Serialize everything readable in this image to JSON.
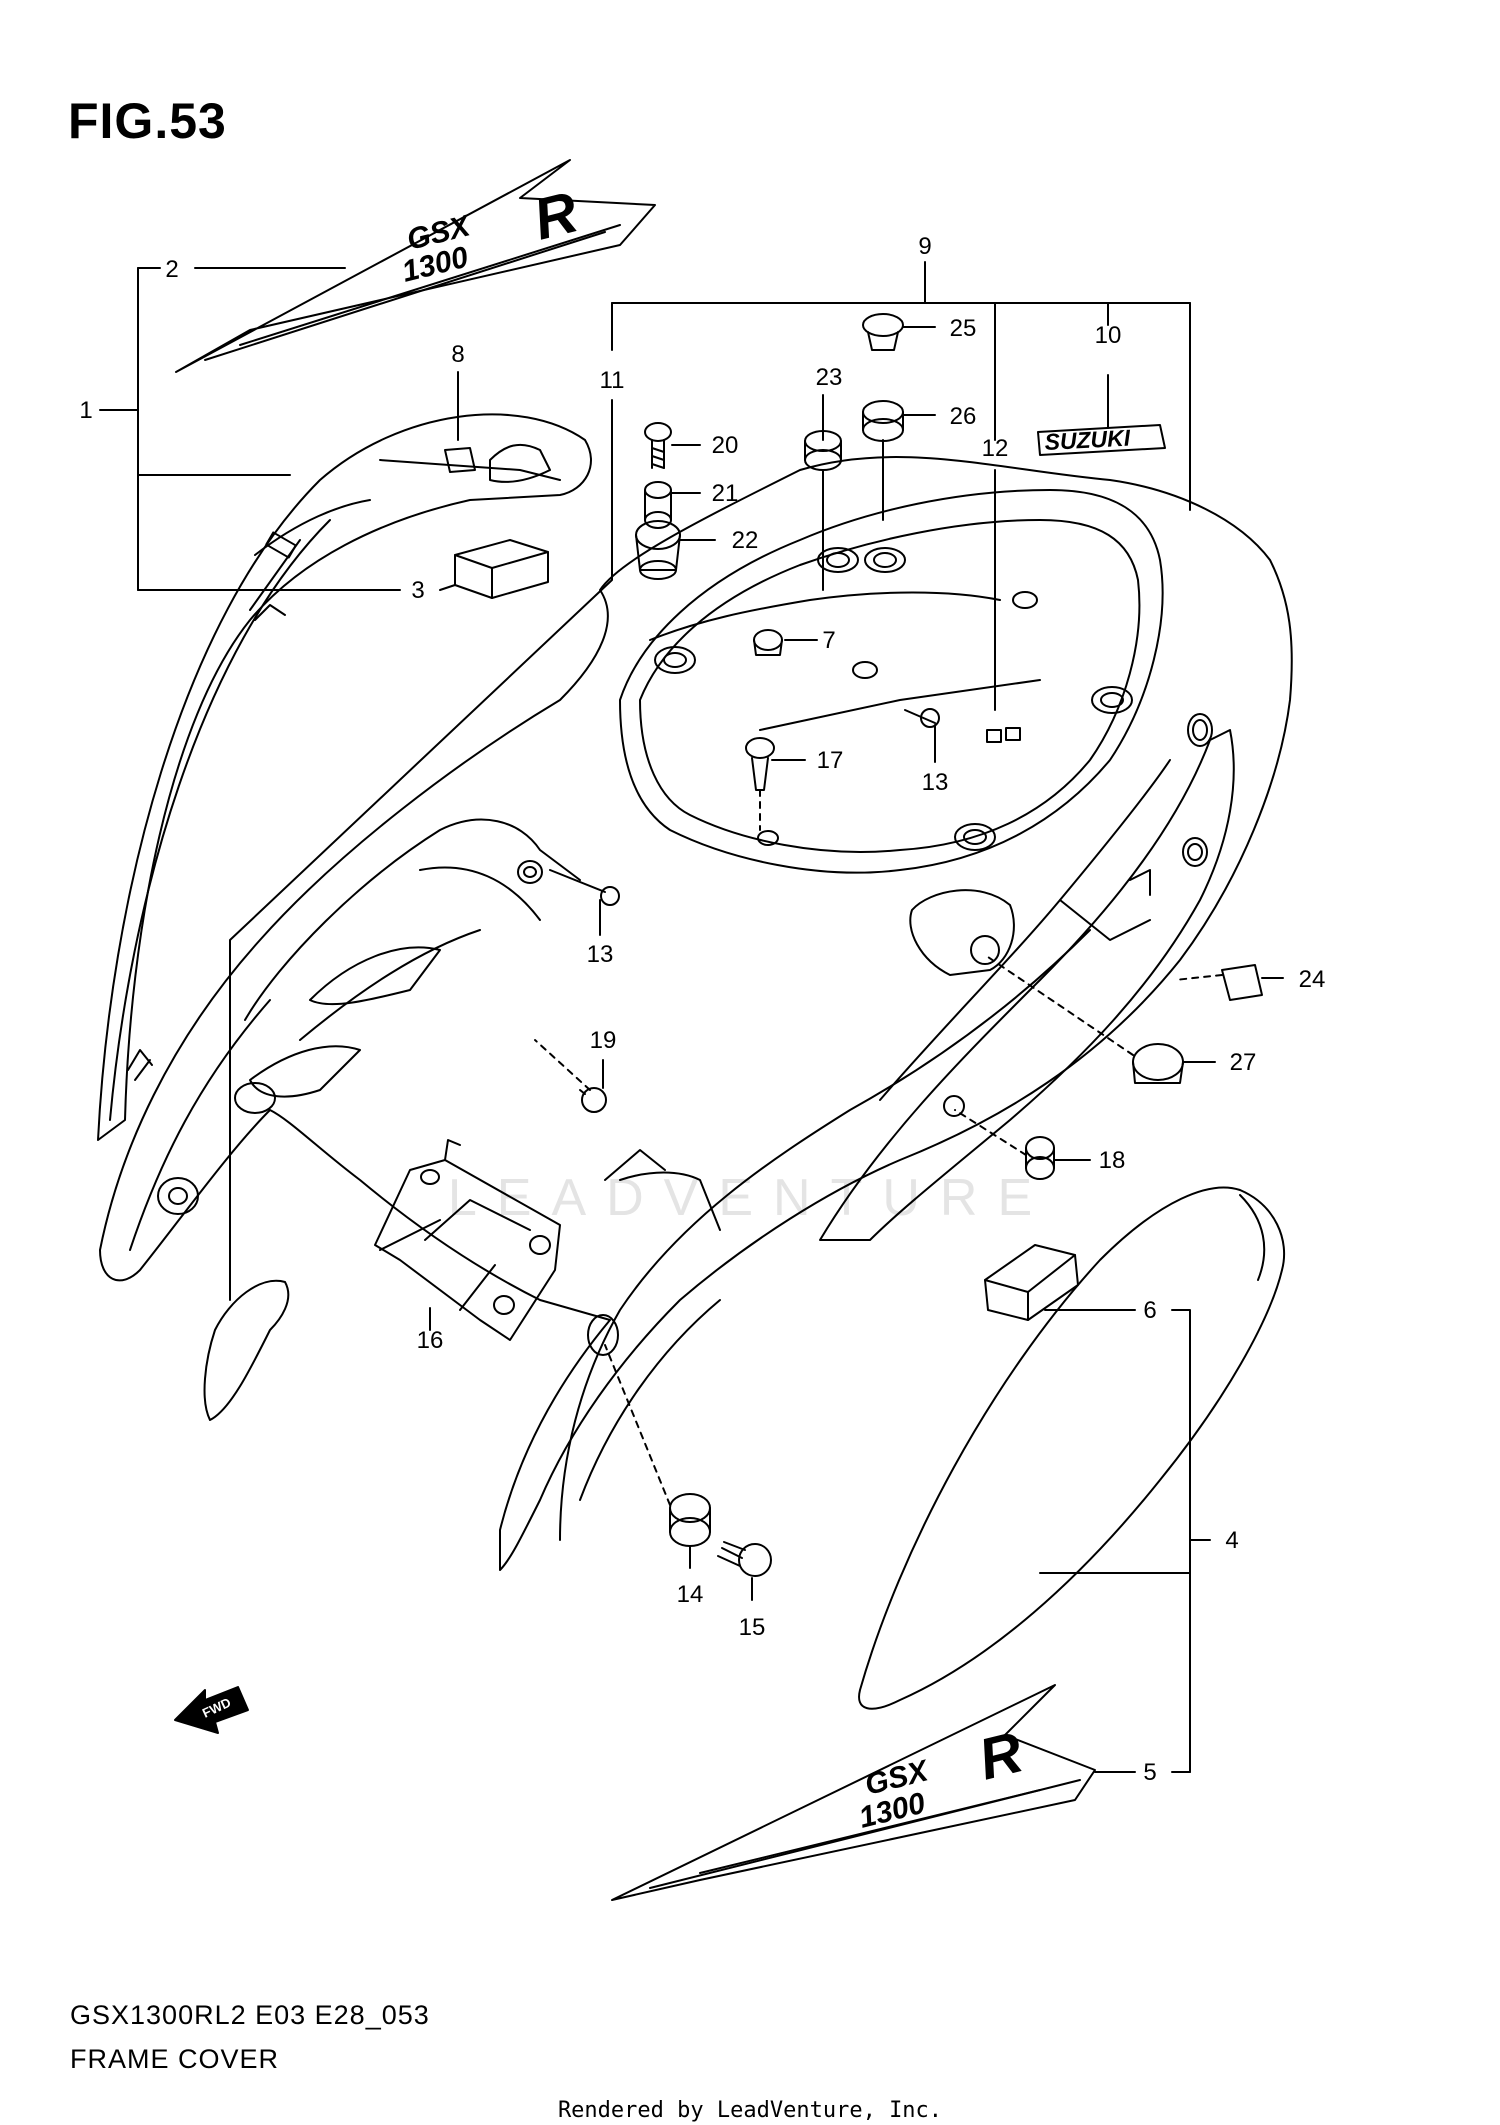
{
  "figure": {
    "title": "FIG.53",
    "model_code": "GSX1300RL2 E03 E28_053",
    "section_name": "FRAME COVER",
    "credit": "Rendered by LeadVenture, Inc.",
    "watermark": "LEADVENTURE"
  },
  "graphics": {
    "decal_brand_top": "GSX",
    "decal_model_top": "1300",
    "decal_letter_top": "R",
    "decal_brand_bottom": "GSX",
    "decal_model_bottom": "1300",
    "decal_letter_bottom": "R",
    "emblem_text": "SUZUKI",
    "fwd_arrow_text": "FWD"
  },
  "callouts": {
    "c1": "1",
    "c2": "2",
    "c3": "3",
    "c4": "4",
    "c5": "5",
    "c6": "6",
    "c7": "7",
    "c8": "8",
    "c9": "9",
    "c10": "10",
    "c11": "11",
    "c12": "12",
    "c13a": "13",
    "c13b": "13",
    "c14": "14",
    "c15": "15",
    "c16": "16",
    "c17": "17",
    "c18": "18",
    "c19": "19",
    "c20": "20",
    "c21": "21",
    "c22": "22",
    "c23": "23",
    "c24": "24",
    "c25": "25",
    "c26": "26",
    "c27": "27"
  },
  "colors": {
    "line": "#000000",
    "background": "#ffffff",
    "watermark": "#e4e4e4"
  }
}
